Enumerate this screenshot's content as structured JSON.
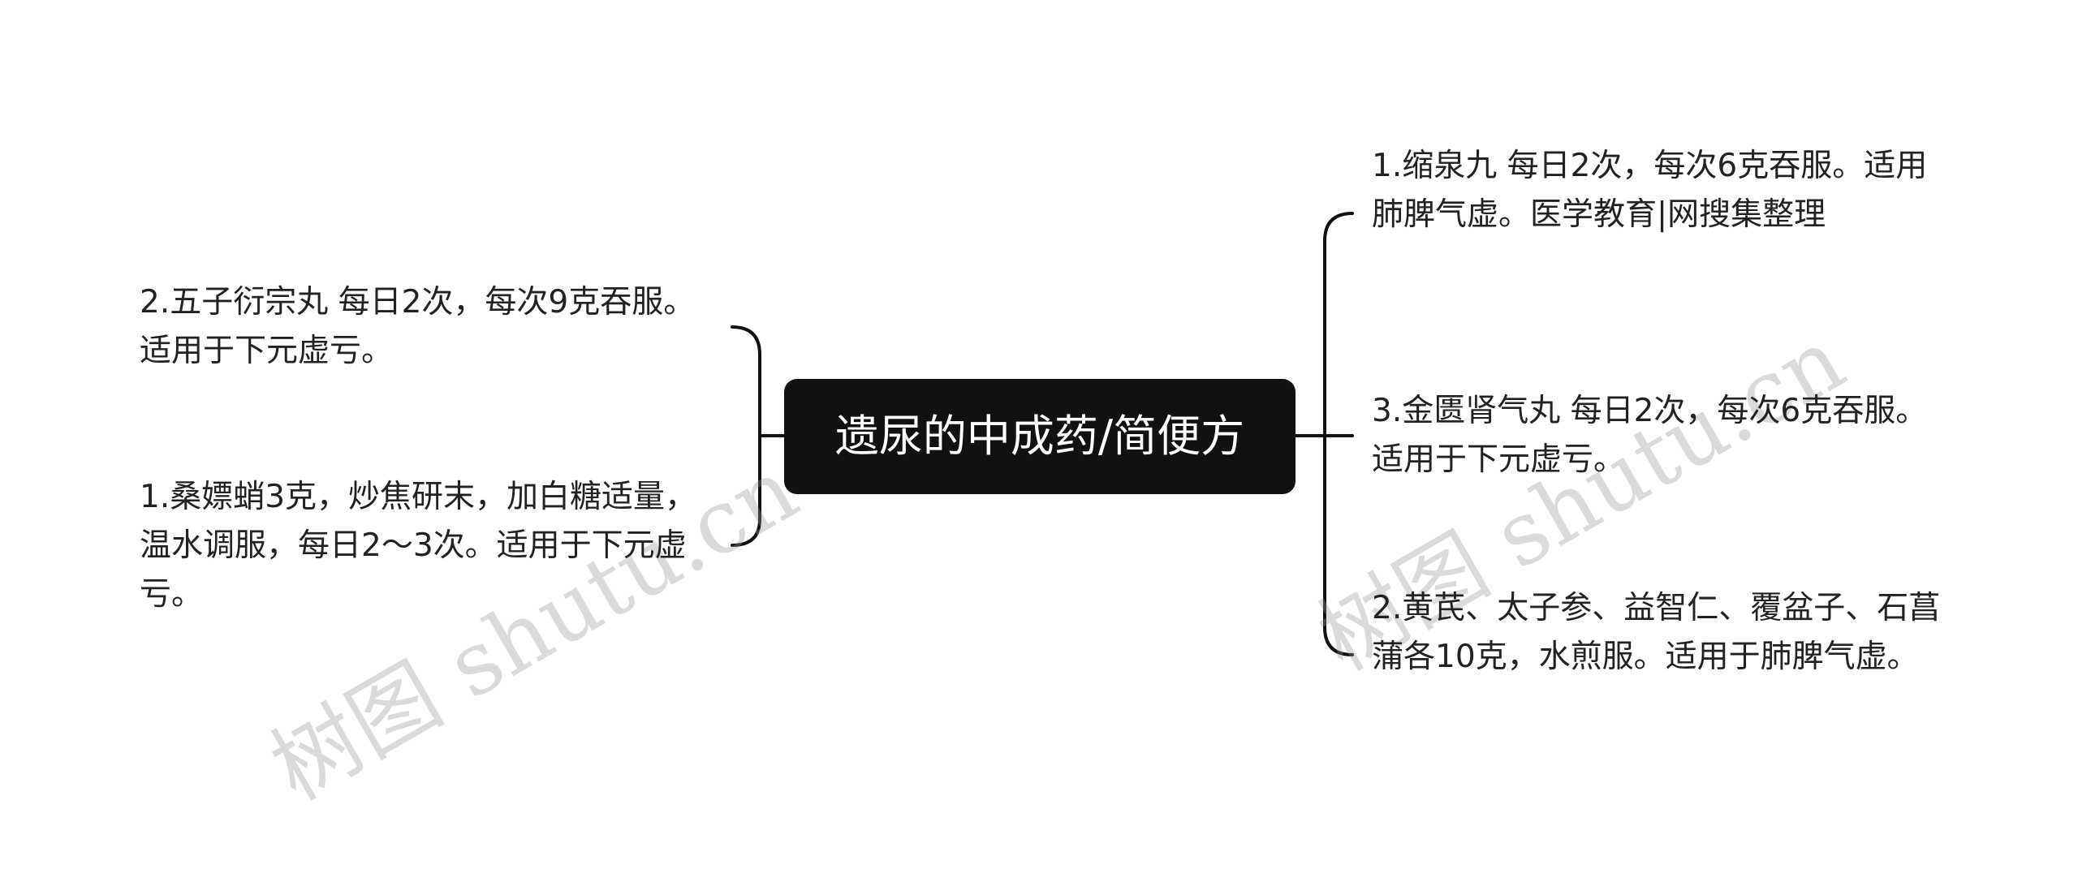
{
  "mindmap": {
    "central_topic": "遗尿的中成药/简便方",
    "left_branches": [
      {
        "text": "2.五子衍宗丸 每日2次，每次9克吞服。适用于下元虚亏。"
      },
      {
        "text": "1.桑嫖蛸3克，炒焦研末，加白糖适量，温水调服，每日2～3次。适用于下元虚亏。"
      }
    ],
    "right_branches": [
      {
        "text": "1.缩泉九 每日2次，每次6克吞服。适用肺脾气虚。医学教育|网搜集整理"
      },
      {
        "text": "3.金匮肾气丸 每日2次，每次6克吞服。适用于下元虚亏。"
      },
      {
        "text": "2.黄芪、太子参、益智仁、覆盆子、石菖蒲各10克，水煎服。适用于肺脾气虚。"
      }
    ]
  },
  "watermarks": [
    {
      "text": "树图 shutu.cn"
    },
    {
      "text": "树图 shutu.cn"
    }
  ],
  "colors": {
    "central_bg": "#111111",
    "central_text": "#ffffff",
    "connector": "#111111",
    "leaf_text": "#222222",
    "watermark": "#969696"
  }
}
